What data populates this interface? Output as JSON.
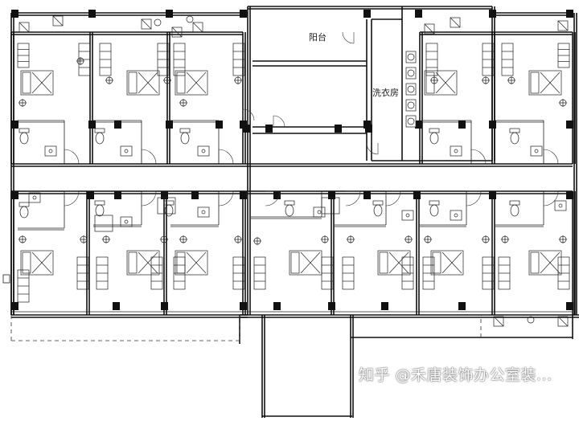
{
  "labels": {
    "balcony": "阳台",
    "laundry": "洗衣房"
  },
  "watermark": {
    "text": "知乎 @禾唐装饰办公室装..."
  },
  "colors": {
    "wall": "#111111",
    "line": "#222222",
    "background": "#ffffff"
  }
}
